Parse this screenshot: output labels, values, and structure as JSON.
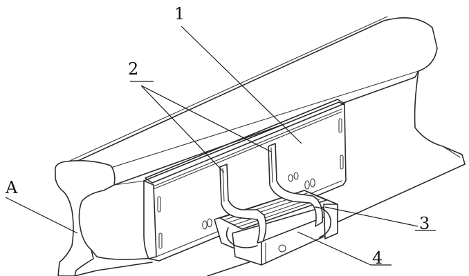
{
  "labels": {
    "part1": "1",
    "part2": "2",
    "part3": "3",
    "part4": "4",
    "section": "A"
  },
  "colors": {
    "line": "#2a2a2a",
    "background": "#ffffff"
  }
}
